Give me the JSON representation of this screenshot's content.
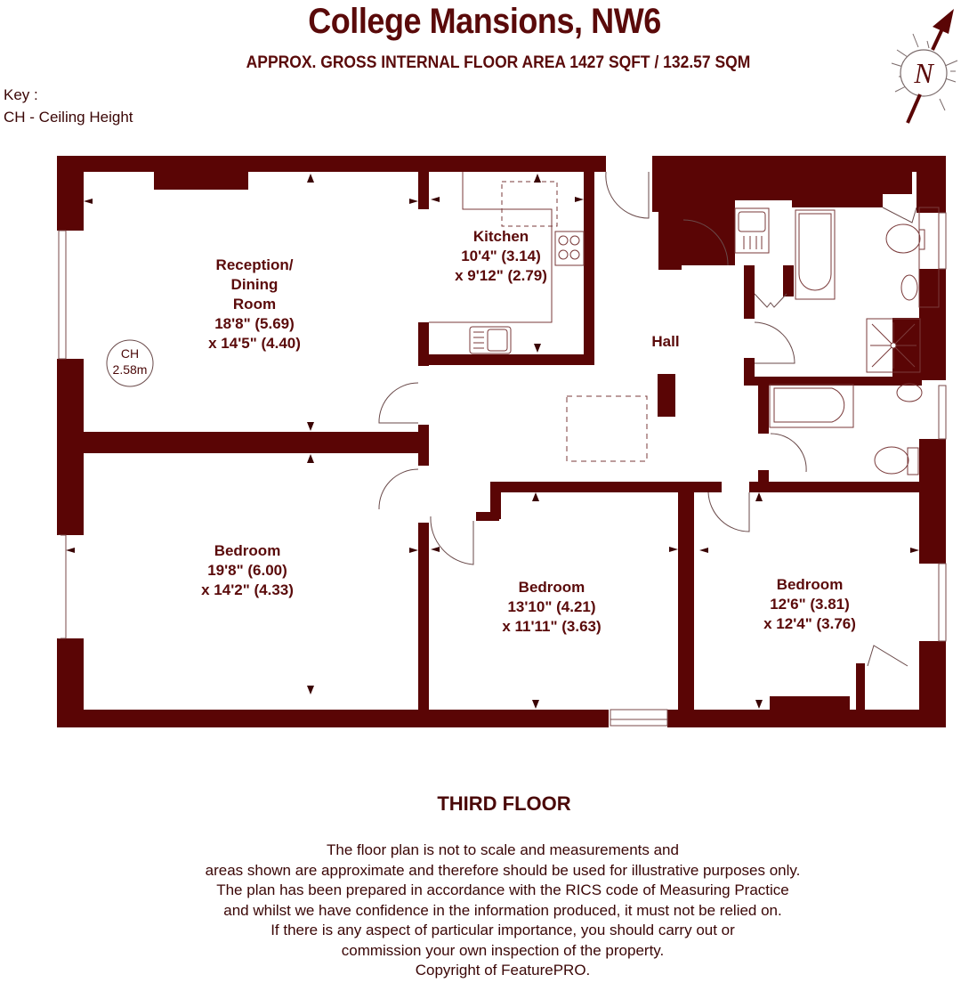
{
  "header": {
    "title": "College Mansions, NW6",
    "subtitle": "APPROX. GROSS INTERNAL FLOOR AREA 1427 SQFT / 132.57 SQM"
  },
  "key": {
    "heading": "Key :",
    "items": [
      "CH - Ceiling Height"
    ]
  },
  "compass": {
    "label": "N",
    "icon": "north-arrow-icon"
  },
  "colors": {
    "wall": "#5a0505",
    "text": "#5a0a0a",
    "fixture_line": "#7a3a3a",
    "background": "#ffffff"
  },
  "rooms": [
    {
      "name": "Reception/\nDining\nRoom",
      "lines": [
        "Reception/",
        "Dining",
        "Room",
        "18'8\" (5.69)",
        "x 14'5\" (4.40)"
      ]
    },
    {
      "name": "Kitchen",
      "lines": [
        "Kitchen",
        "10'4\" (3.14)",
        "x 9'12\" (2.79)"
      ]
    },
    {
      "name": "Hall",
      "lines": [
        "Hall"
      ]
    },
    {
      "name": "Bedroom",
      "lines": [
        "Bedroom",
        "19'8\" (6.00)",
        "x 14'2\" (4.33)"
      ]
    },
    {
      "name": "Bedroom",
      "lines": [
        "Bedroom",
        "13'10\" (4.21)",
        "x 11'11\" (3.63)"
      ]
    },
    {
      "name": "Bedroom",
      "lines": [
        "Bedroom",
        "12'6\" (3.81)",
        "x 12'4\" (3.76)"
      ]
    }
  ],
  "ceiling_height": {
    "label": "CH",
    "value": "2.58m"
  },
  "floor_label": "THIRD FLOOR",
  "disclaimer": [
    "The floor plan is not to scale and measurements and",
    "areas shown are approximate and therefore should be used for illustrative purposes only.",
    "The plan has been prepared in accordance with the RICS code of Measuring Practice",
    "and whilst we have confidence in the information produced, it must not be relied on.",
    "If there is any aspect of particular importance, you should carry out or",
    "commission your own inspection of the property.",
    "Copyright of FeaturePRO."
  ]
}
